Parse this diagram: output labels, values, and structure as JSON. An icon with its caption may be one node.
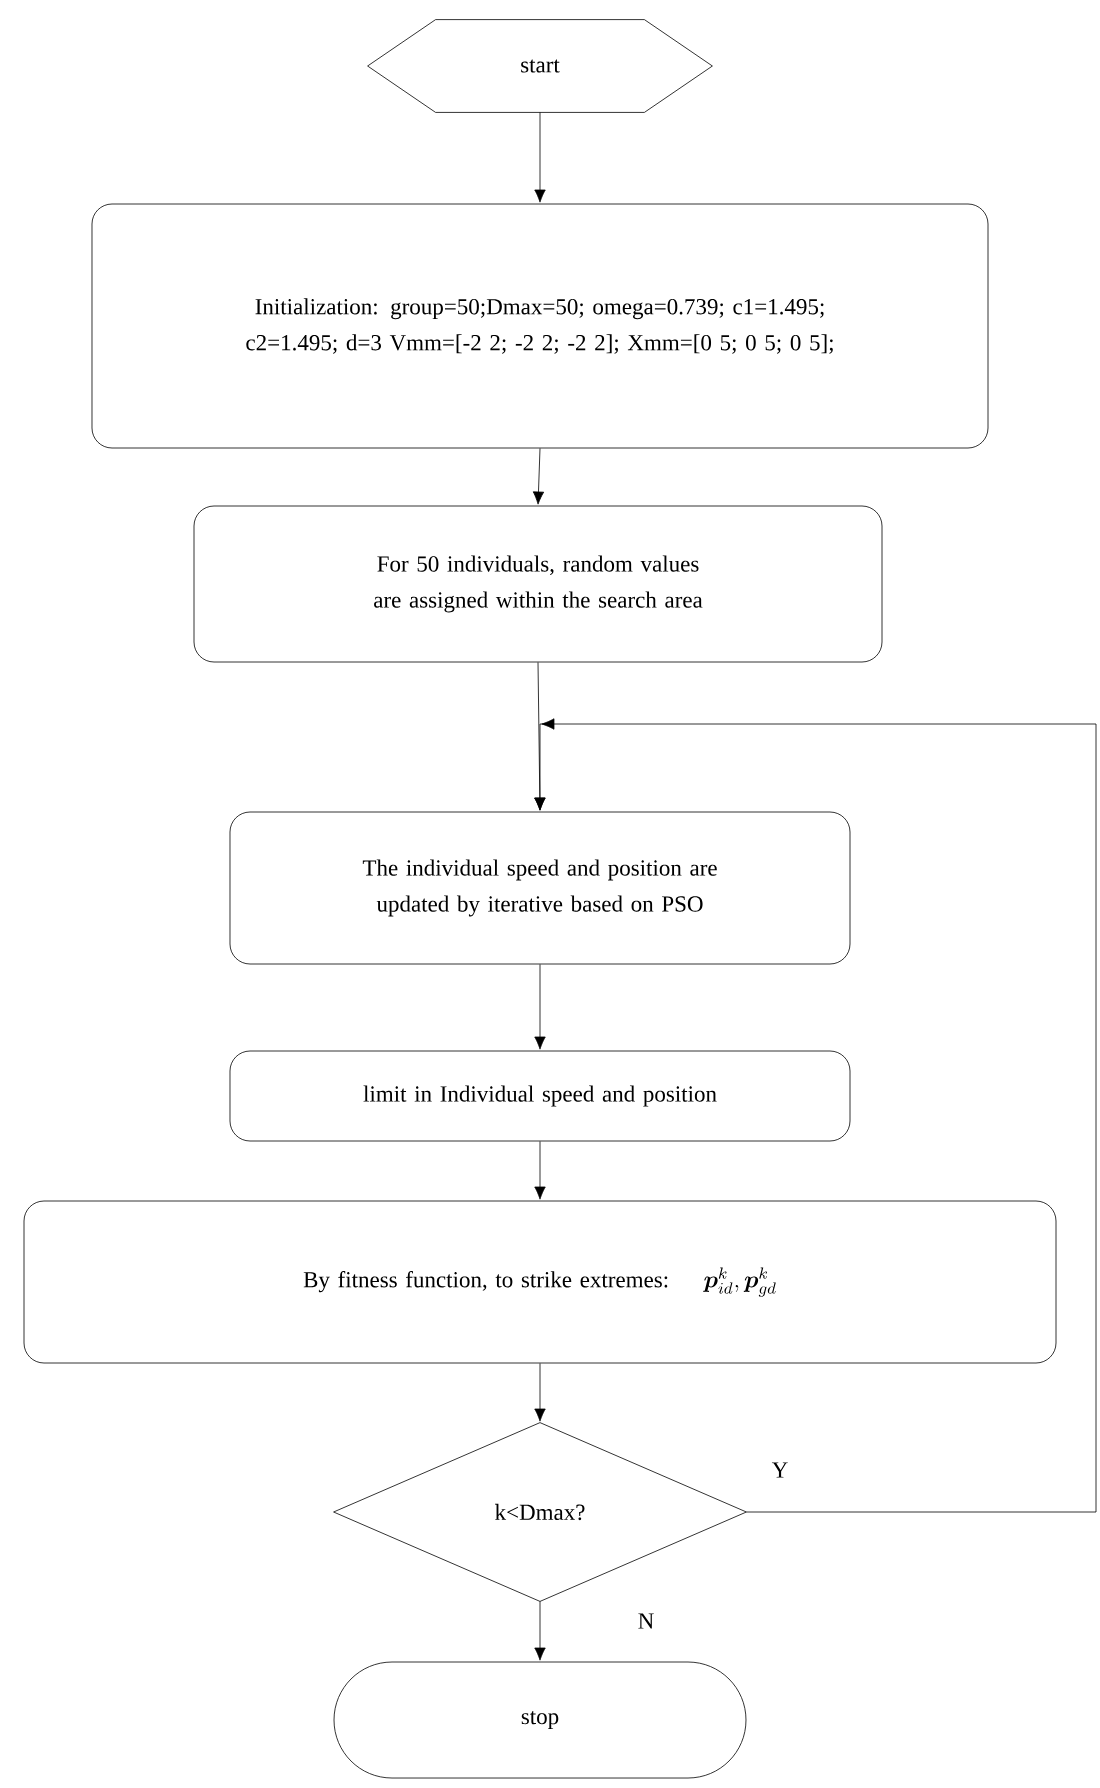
{
  "diagram": {
    "nodes": [
      {
        "text": [
          "start"
        ]
      },
      {
        "text": [
          "Initialization: group=50;Dmax=50; omega=0.739; c1=1.495; c2=1.495; d=3 Vmm=[-2 2; -2 2; -2 2]; Xmm=[0 5; 0 5; 0 5];"
        ]
      },
      {
        "text": [
          "For 50 individuals, random values are assigned within the search area"
        ]
      },
      {
        "text": [
          "The individual speed and position are updated by iterative based on PSO"
        ]
      },
      {
        "text": [
          "limit in Individual speed and position"
        ]
      },
      {
        "text": [
          "By fitness function, to strike extremes:",
          "\\boldsymbol{p}_{id}^{k}, \\boldsymbol{p}_{gd}^{k}"
        ]
      },
      {
        "text": [
          "k<Dmax?"
        ]
      },
      {
        "text": [
          "stop"
        ]
      }
    ],
    "edges": [
      {
        "from": 0,
        "to": 1,
        "arrow": "to"
      },
      {
        "from": 1,
        "to": 2,
        "arrow": "to"
      },
      {
        "from": 2,
        "to": 3,
        "arrow": "to"
      },
      {
        "from": 3,
        "to": 4,
        "arrow": "to"
      },
      {
        "from": 4,
        "to": 5,
        "arrow": "to"
      },
      {
        "from": 5,
        "to": 6,
        "arrow": "to"
      },
      {
        "from": 6,
        "to": 7,
        "arrow": "to",
        "label": "N"
      },
      {
        "from": 6,
        "to": 3,
        "arrow": "to",
        "label": "Y"
      }
    ]
  }
}
